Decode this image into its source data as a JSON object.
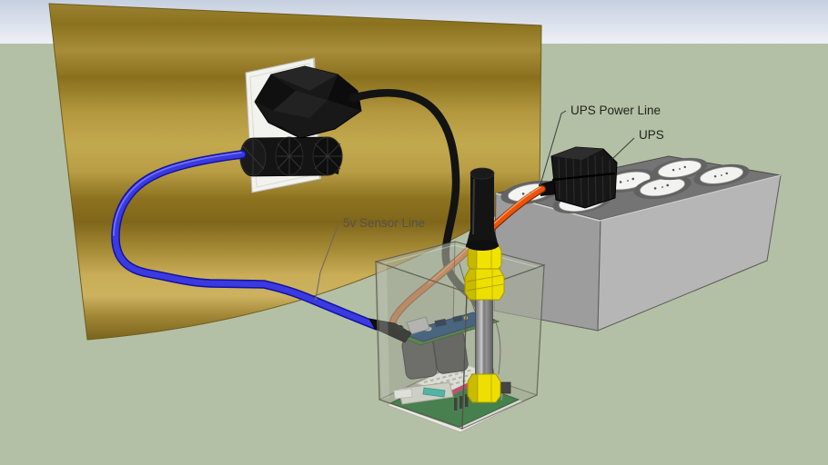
{
  "scene": {
    "labels": {
      "ups_power_line": "UPS Power Line",
      "ups": "UPS",
      "sensor_line": "5v Sensor Line"
    },
    "colors": {
      "sky_top": "#c6d0e0",
      "sky_horizon": "#eef1f6",
      "ground": "#b4c0a5",
      "wall": "#b3983f",
      "ups_body": "#9d9d9d",
      "ups_top": "#747474",
      "ups_power_cable": "#ed520c",
      "sensor_cable": "#3a3ae0",
      "mains_cable": "#131313",
      "sensor_fitting": "#f0e300",
      "label_text": "#22221f",
      "sensor_label_text": "#55524a"
    }
  }
}
